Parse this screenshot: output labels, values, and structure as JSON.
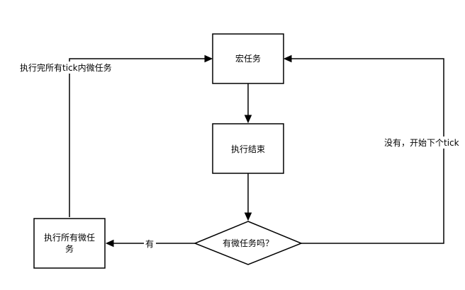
{
  "diagram": {
    "nodes": {
      "macro_task": {
        "label": "宏任务"
      },
      "exec_end": {
        "label": "执行结束"
      },
      "has_micro": {
        "label": "有微任务吗？"
      },
      "exec_all_micro": {
        "label_line1": "执行所有微任",
        "label_line2": "务"
      }
    },
    "edges": {
      "yes_label": "有",
      "no_label": "没有，开始下个tick",
      "loop_back_label": "执行完所有tick内微任务"
    }
  }
}
